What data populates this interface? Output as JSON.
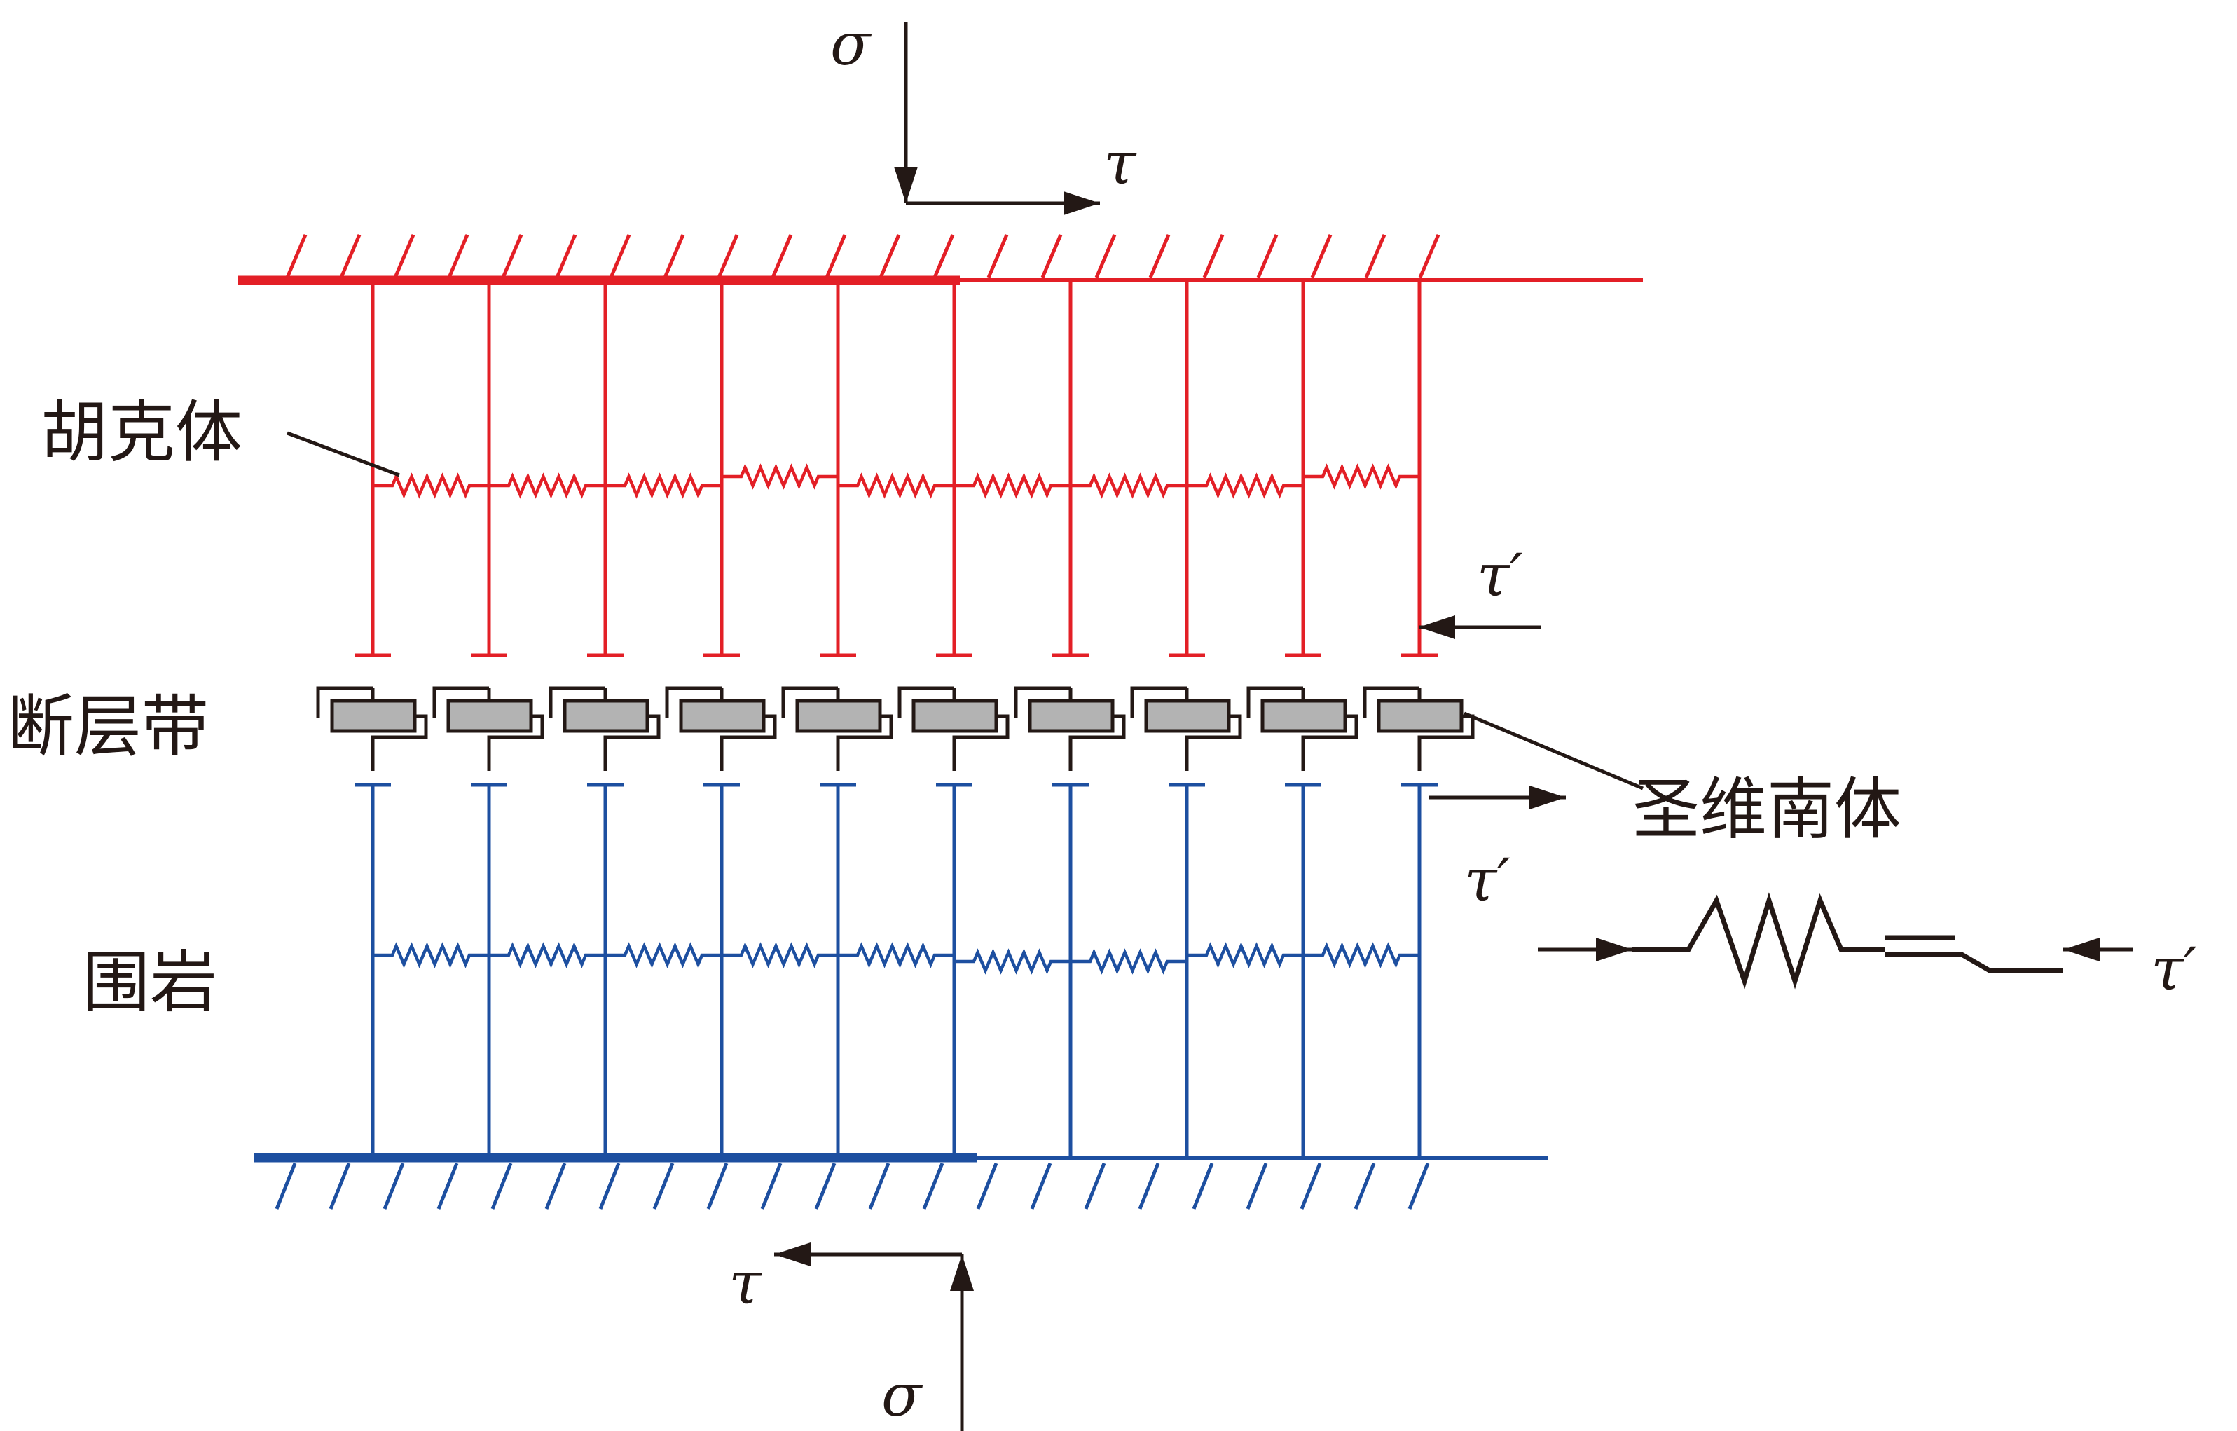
{
  "labels": {
    "hooke_body": "胡克体",
    "fault_zone": "断层带",
    "surrounding_rock": "围岩",
    "st_venant_body": "圣维南体"
  },
  "symbols": {
    "sigma": "σ",
    "tau": "τ",
    "tau_prime": "τ′"
  },
  "colors": {
    "upper_block": "#e31f26",
    "lower_block": "#1d4fa0",
    "ink": "#231815",
    "slider_fill": "#b3b3b3"
  },
  "element_count": 10
}
